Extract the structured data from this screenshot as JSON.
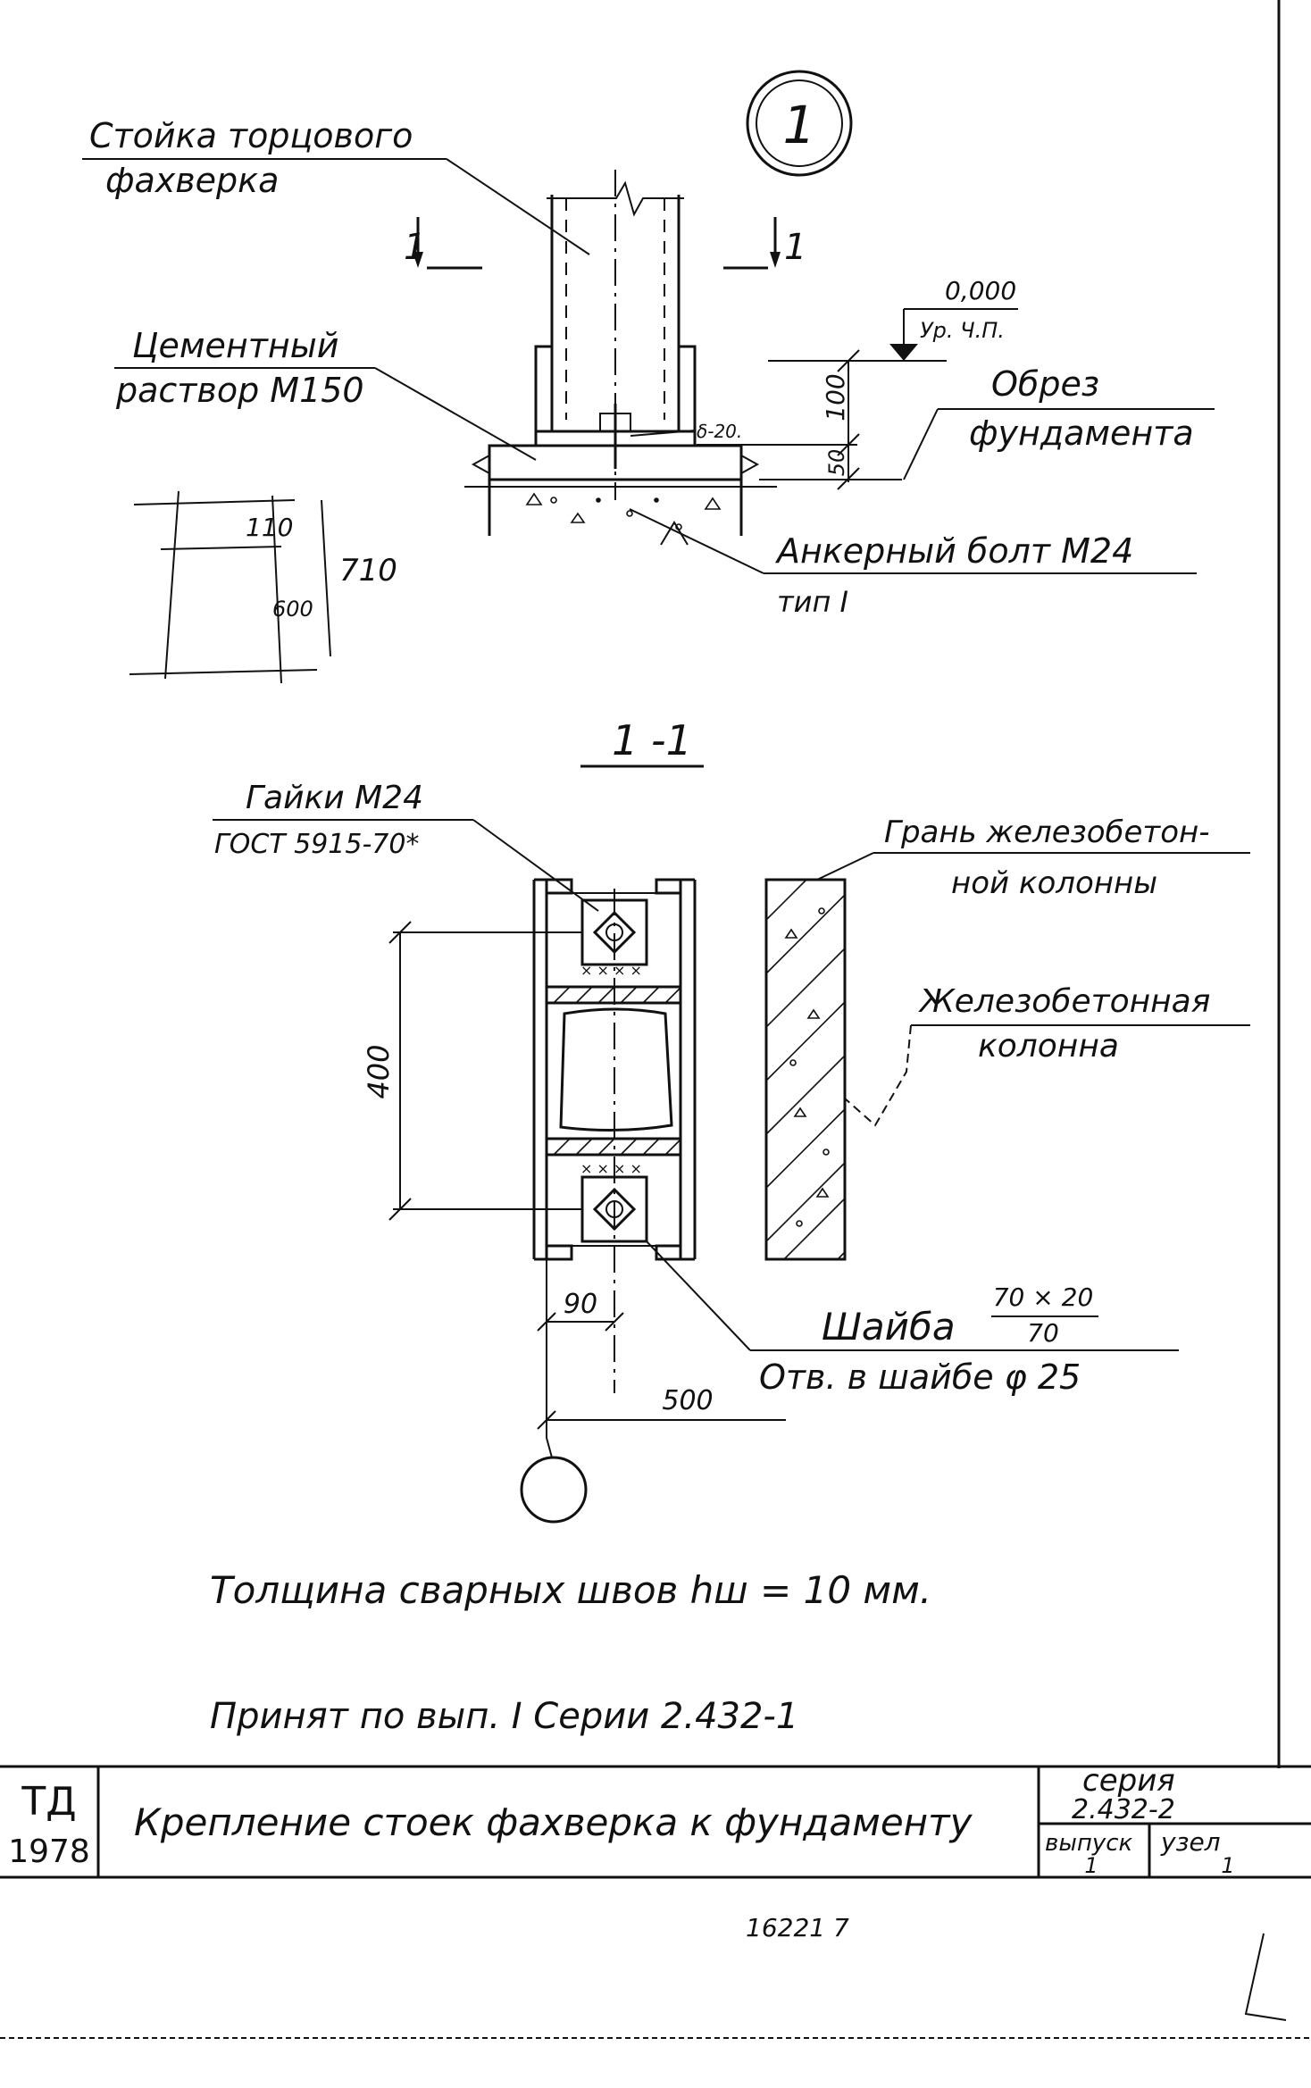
{
  "node_callout": "1",
  "top_detail": {
    "post_label": [
      "Стойка торцового",
      "фахверка"
    ],
    "section_mark": "1",
    "grout_label": [
      "Цементный",
      "раствор М150"
    ],
    "elevation_value": "0,000",
    "elevation_ref": "Ур. Ч.П.",
    "foundation_label": [
      "Обрез",
      "фундамента"
    ],
    "dim_100": "100",
    "dim_50": "50",
    "plate_thickness": "δ-20.",
    "anchor_label": [
      "Анкерный болт М24",
      "тип I"
    ],
    "sketch_dims": [
      "110",
      "600",
      "710"
    ]
  },
  "section_view": {
    "title": "1 -1",
    "nuts_label": [
      "Гайки М24",
      "ГОСТ 5915-70*"
    ],
    "column_face_label": [
      "Грань железобетон-",
      "ной колонны"
    ],
    "rc_column_label": [
      "Железобетонная",
      "колонна"
    ],
    "dim_400": "400",
    "dim_90": "90",
    "dim_500": "500",
    "washer_label": "Шайба",
    "washer_fraction_top": "70 × 20",
    "washer_fraction_bottom": "70",
    "washer_hole": "Отв. в шайбе  φ 25"
  },
  "notes": [
    "Толщина  сварных  швов   hш = 10 мм.",
    "Принят  по  вып. I  Серии  2.432-1"
  ],
  "title_block": {
    "org": "ТД",
    "year": "1978",
    "title": "Крепление  стоек  фахверка к фундаменту",
    "series_label": "серия",
    "series_value": "2.432-2",
    "issue_label": "выпуск",
    "issue_value": "1",
    "node_label": "узел",
    "node_value": "1"
  },
  "footer_number": "16221    7"
}
